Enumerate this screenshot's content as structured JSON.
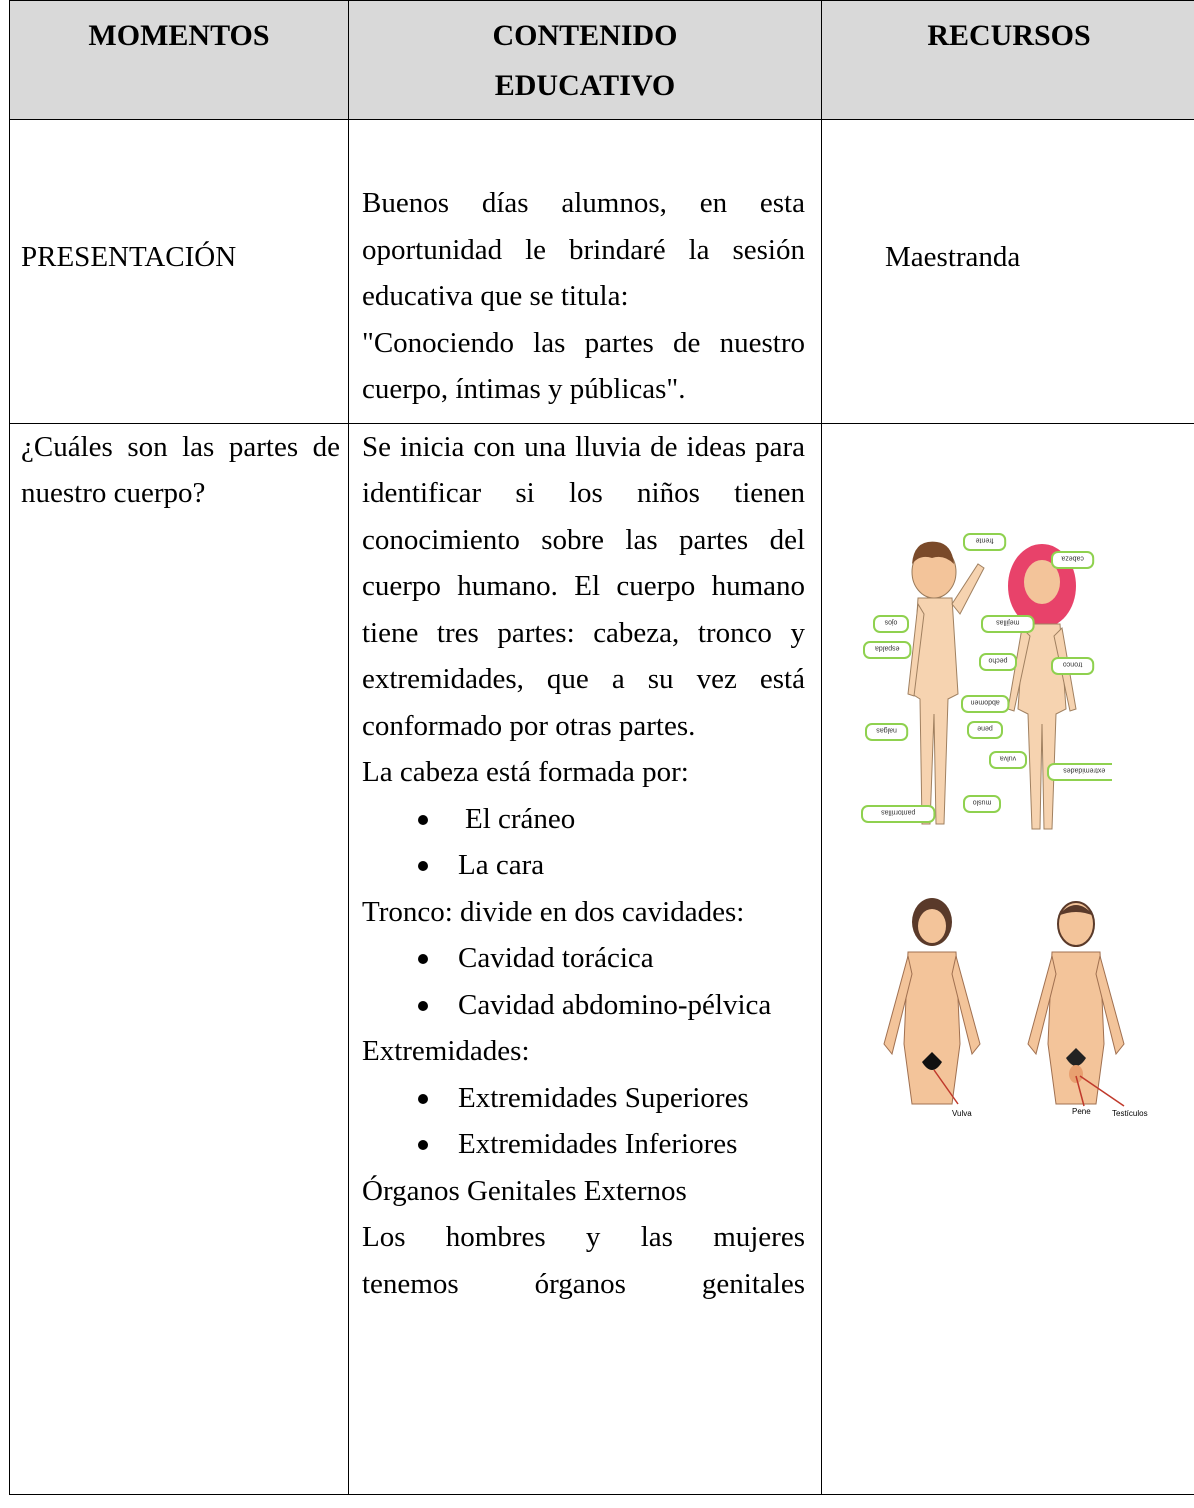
{
  "headers": {
    "momentos": "MOMENTOS",
    "contenido_line1": "CONTENIDO",
    "contenido_line2": "EDUCATIVO",
    "recursos": "RECURSOS"
  },
  "row1": {
    "momento": "PRESENTACIÓN",
    "contenido": "Buenos días alumnos, en esta oportunidad le brindaré la sesión educativa que se titula:",
    "titulo": "\"Conociendo las partes de nuestro cuerpo, íntimas y públicas\".",
    "recurso": "Maestranda"
  },
  "row2": {
    "momento": "¿Cuáles son las partes de nuestro cuerpo?",
    "intro": "Se inicia con una lluvia de ideas para identificar si los niños tienen conocimiento sobre las partes del cuerpo humano. El cuerpo humano tiene tres partes: cabeza, tronco y extremidades, que a su vez está conformado por otras partes.",
    "cabeza_heading": "La cabeza está formada por:",
    "cabeza_items": [
      "El cráneo",
      "La cara"
    ],
    "tronco_heading": "Tronco: divide en dos cavidades:",
    "tronco_items": [
      "Cavidad torácica",
      "Cavidad abdomino-pélvica"
    ],
    "extremidades_heading": "Extremidades:",
    "extremidades_items": [
      "Extremidades Superiores",
      "Extremidades Inferiores"
    ],
    "genitales_heading": "Órganos Genitales Externos",
    "genitales_line1": "Los hombres y las mujeres",
    "genitales_line2": "tenemos órganos genitales"
  },
  "diagram1_labels": [
    "frente",
    "cabeza",
    "ojos",
    "mejillas",
    "espalda",
    "pecho",
    "tronco",
    "abdomen",
    "nalgas",
    "pene",
    "vulva",
    "extremidades",
    "pantorrillas",
    "muslo"
  ],
  "diagram2_labels": [
    "Vulva",
    "Pene",
    "Testículos"
  ],
  "colors": {
    "header_bg": "#d9d9d9",
    "label_green": "#8fd14f",
    "skin": "#f3c49a",
    "hair_red": "#e8426a"
  }
}
